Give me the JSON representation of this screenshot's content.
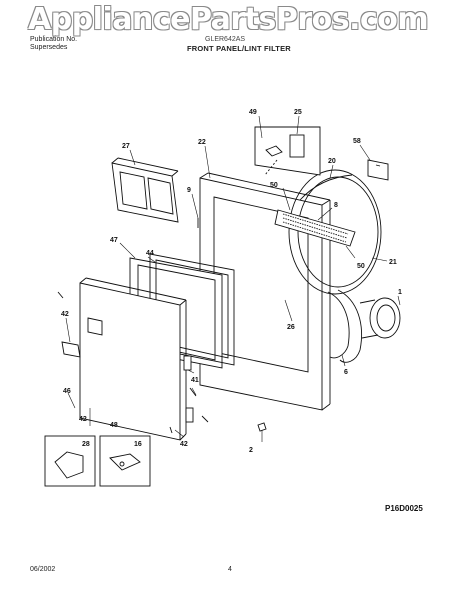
{
  "watermark": "AppliancePartsPros.com",
  "header": {
    "publication_label": "Publication No.",
    "supersedes": "Supersedes",
    "model": "GLER642AS",
    "section_title": "FRONT PANEL/LINT FILTER"
  },
  "diagram_code": "P16D0025",
  "footer": {
    "date": "06/2002",
    "page": "4"
  },
  "callouts": {
    "c49": "49",
    "c25": "25",
    "c58": "58",
    "c27": "27",
    "c22": "22",
    "c20": "20",
    "c9": "9",
    "c50a": "50",
    "c8": "8",
    "c47": "47",
    "c44": "44",
    "c50b": "50",
    "c21": "21",
    "c1": "1",
    "c42a": "42",
    "c26": "26",
    "c6": "6",
    "c46": "46",
    "c41": "41",
    "c42b": "42",
    "c48": "48",
    "c42c": "42",
    "c2": "2",
    "c28": "28",
    "c16": "16"
  }
}
